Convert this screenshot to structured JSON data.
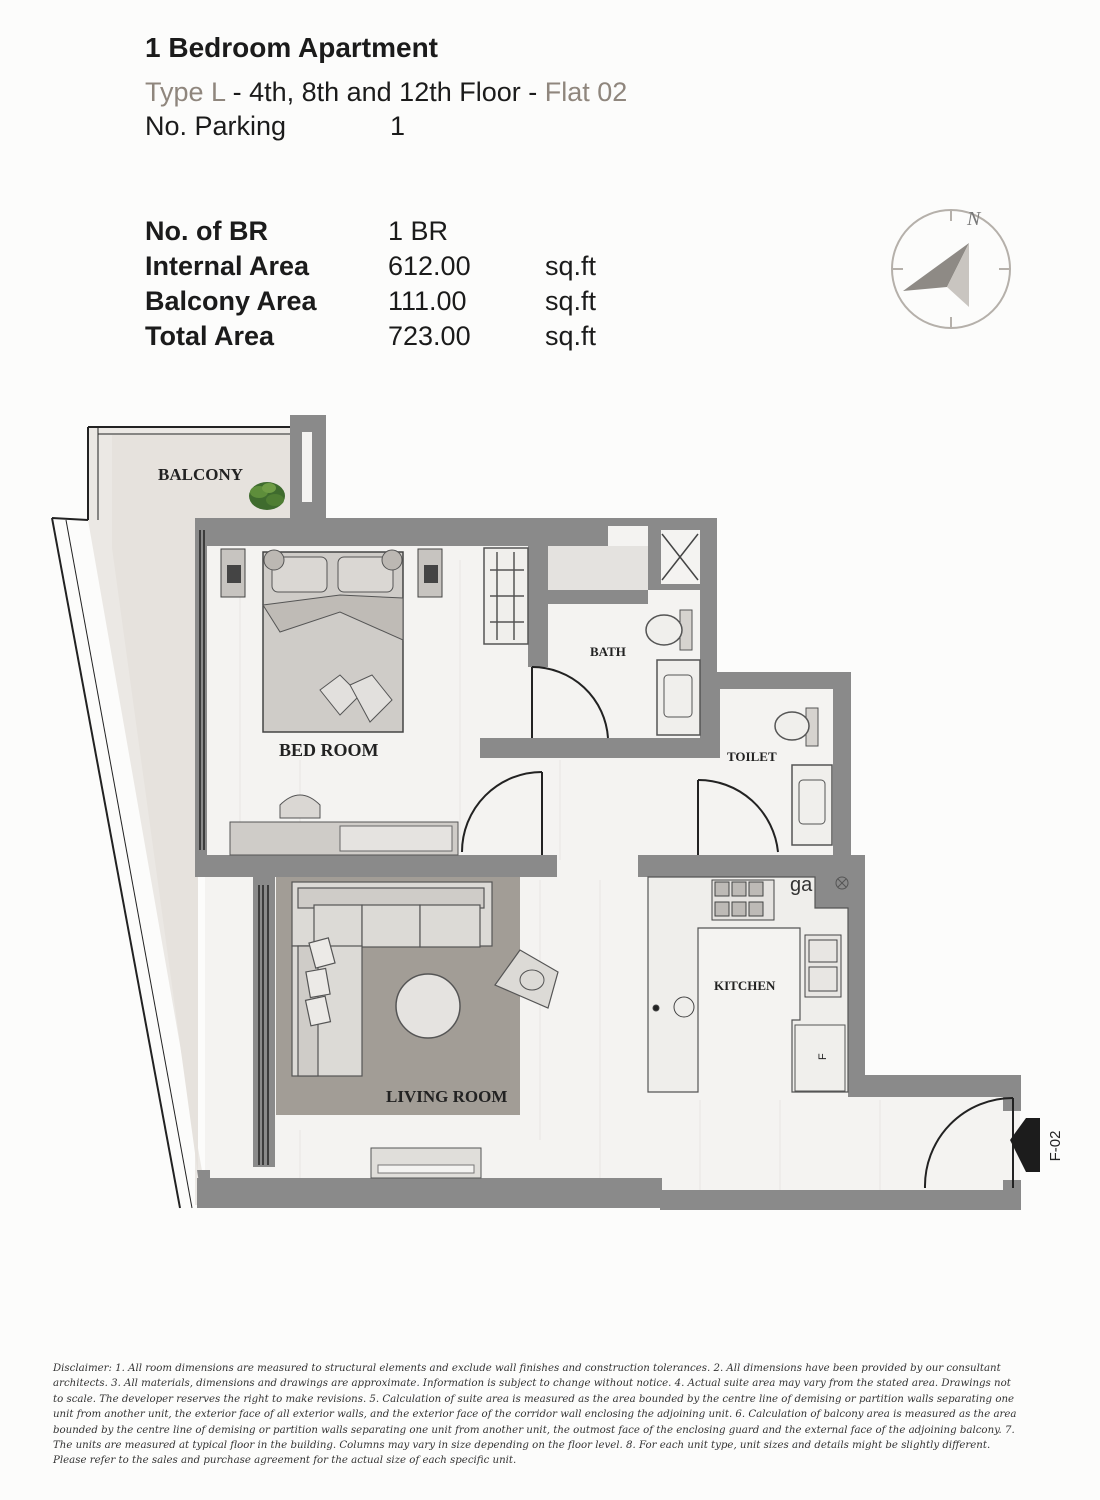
{
  "header": {
    "title": "1 Bedroom Apartment",
    "type_label": "Type L",
    "sep1": " - ",
    "floors": "4th, 8th and 12th Floor",
    "sep2": " - ",
    "flat": "Flat 02",
    "parking_label": "No. Parking",
    "parking_value": "1"
  },
  "specs": [
    {
      "label": "No. of BR",
      "value": "1 BR",
      "unit": ""
    },
    {
      "label": "Internal Area",
      "value": "612.00",
      "unit": "sq.ft"
    },
    {
      "label": "Balcony Area",
      "value": "111.00",
      "unit": "sq.ft"
    },
    {
      "label": "Total Area",
      "value": "723.00",
      "unit": "sq.ft"
    }
  ],
  "compass": {
    "label": "N"
  },
  "plan": {
    "rooms": {
      "balcony": "BALCONY",
      "bedroom": "BED ROOM",
      "bath": "BATH",
      "toilet": "TOILET",
      "kitchen": "KITCHEN",
      "living": "LIVING ROOM"
    },
    "gas_label": "ga",
    "fridge_label": "F",
    "entry_label": "F-02",
    "colors": {
      "wall": "#8a8a8a",
      "floor": "#f4f3f1",
      "rug": "#a29d96",
      "balcony": "#ebe8e4"
    }
  },
  "disclaimer": "Disclaimer: 1. All room dimensions are measured to structural elements and exclude wall finishes and construction tolerances. 2. All dimensions have been provided by our consultant architects. 3. All materials, dimensions and drawings are approximate. Information is subject to change without notice. 4. Actual suite area may vary from the stated area. Drawings not to scale. The developer reserves the right to make revisions. 5. Calculation of suite area is measured as the area bounded by the centre line of demising or partition walls separating one unit from another unit, the exterior face of all exterior walls, and the exterior face of the corridor wall enclosing the adjoining unit. 6. Calculation of balcony area is measured as the area bounded by the centre line of demising or partition walls separating one unit from another unit, the outmost face of the enclosing guard and the external face of the adjoining balcony. 7. The units are measured at typical floor in the building. Columns may vary in size depending on the floor level. 8. For each unit type, unit sizes and details might be slightly different. Please refer to the sales and purchase agreement for the actual size of each specific unit."
}
